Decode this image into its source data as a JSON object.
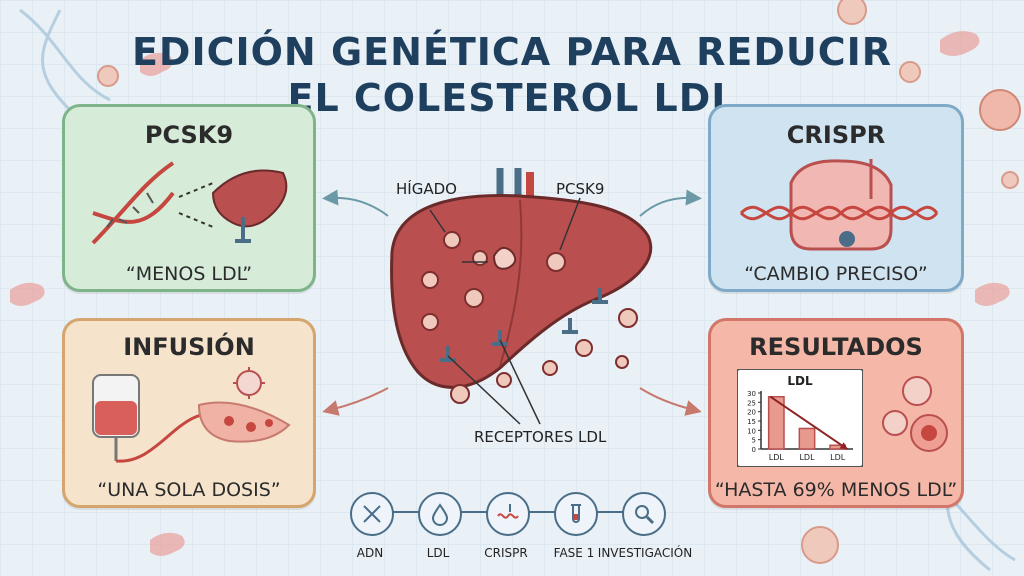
{
  "title": {
    "line1": "EDICIÓN GENÉTICA PARA REDUCIR",
    "line2": "EL COLESTEROL LDL"
  },
  "colors": {
    "background": "#e9f1f7",
    "title": "#1f3f5e",
    "liver": "#b94f4f",
    "card_pcsk9": "#d6ecd9",
    "card_crispr": "#cfe3f1",
    "card_infusion": "#f6e3cc",
    "card_resultados": "#f5b8a8"
  },
  "cards": {
    "pcsk9": {
      "heading": "PCSK9",
      "caption": "“MENOS LDL”"
    },
    "crispr": {
      "heading": "CRISPR",
      "caption": "“CAMBIO PRECISO”"
    },
    "infusion": {
      "heading": "INFUSIÓN",
      "caption": "“UNA SOLA DOSIS”"
    },
    "resultados": {
      "heading": "RESULTADOS",
      "caption": "“HASTA 69% MENOS LDL”"
    }
  },
  "center": {
    "liver_label": "HÍGADO",
    "pcsk9_label": "PCSK9",
    "receptors_label": "RECEPTORES LDL"
  },
  "chart_data": {
    "type": "bar",
    "title": "LDL",
    "categories": [
      "LDL",
      "LDL",
      "LDL"
    ],
    "values": [
      28,
      11,
      2
    ],
    "ylim": [
      0,
      30
    ],
    "yticks": [
      0,
      5,
      10,
      15,
      20,
      25,
      30
    ],
    "grid": false
  },
  "timeline": [
    {
      "label": "ADN",
      "icon": "dna-icon"
    },
    {
      "label": "LDL",
      "icon": "droplet-icon"
    },
    {
      "label": "CRISPR",
      "icon": "crispr-icon"
    },
    {
      "label": "FASE 1",
      "icon": "test-tube-icon"
    },
    {
      "label": "INVESTIGACIÓN",
      "icon": "magnifier-icon"
    }
  ]
}
